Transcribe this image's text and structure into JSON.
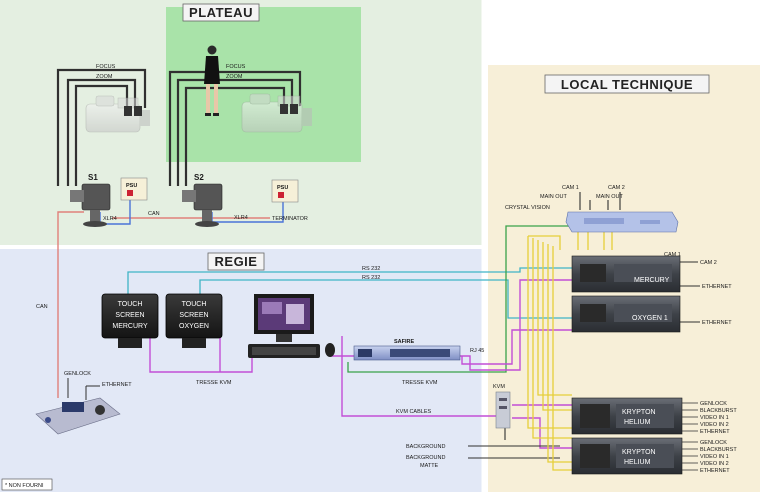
{
  "zones": {
    "plateau": "PLATEAU",
    "regie": "REGIE",
    "local_technique": "LOCAL TECHNIQUE"
  },
  "plateau": {
    "focus": "FOCUS",
    "zoom": "ZOOM",
    "s1": "S1",
    "s2": "S2",
    "psu": "PSU",
    "xlr4": "XLR4",
    "can": "CAN",
    "terminator": "TERMINATOR"
  },
  "regie": {
    "can": "CAN",
    "genlock": "GENLOCK",
    "ethernet": "ETHERNET",
    "non_fourni": "* NON FOURNI",
    "touch": "TOUCH",
    "screen": "SCREEN",
    "mercury": "MERCURY",
    "oxygen": "OXYGEN",
    "rs232": "RS 232",
    "tresse_kvm": "TRESSE KVM",
    "safire": "SAFIRE",
    "rj45": "RJ 45",
    "kvm_cables": "KVM CABLES",
    "kvm": "KVM",
    "background": "BACKGROUND",
    "background_matte": "MATTE"
  },
  "local": {
    "cam1": "CAM 1",
    "cam2": "CAM 2",
    "main_out": "MAIN OUT",
    "crystal_vision": "CRYSTAL VISION",
    "mercury": "MERCURY",
    "oxygen1": "OXYGEN 1",
    "ethernet": "ETHERNET",
    "krypton": "KRYPTON",
    "helium": "HELIUM",
    "genlock": "GENLOCK",
    "blackburst": "BLACKBURST",
    "video_in1": "VIDEO IN 1",
    "video_in2": "VIDEO IN 2"
  },
  "colors": {
    "plateau_bg": "#e4efe1",
    "greenscreen": "#a9e3a9",
    "regie_bg": "#e2e8f6",
    "local_bg": "#f7efd8",
    "can_cable": "#e0807a",
    "xlr_cable": "#4a74d8",
    "kvm_cable": "#c24fd6",
    "rs232_cable": "#3fb4c6",
    "green_cable": "#3aa24a",
    "sdi_cable": "#e6cf3a",
    "control_cable": "#303030"
  }
}
